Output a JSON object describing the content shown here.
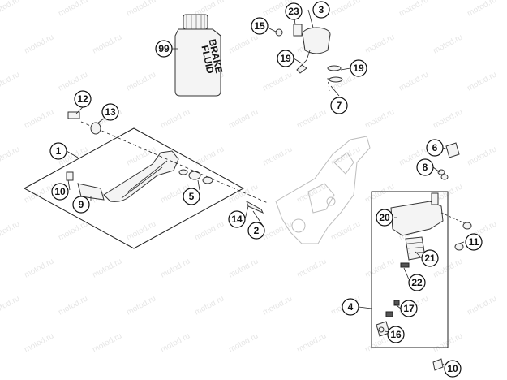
{
  "watermark": {
    "text": "motod.ru"
  },
  "bottle_label": {
    "line1": "BRAKE",
    "line2": "FLUID"
  },
  "callouts": [
    {
      "id": "c1",
      "label": "1"
    },
    {
      "id": "c2",
      "label": "2"
    },
    {
      "id": "c3",
      "label": "3"
    },
    {
      "id": "c4",
      "label": "4"
    },
    {
      "id": "c5",
      "label": "5"
    },
    {
      "id": "c6",
      "label": "6"
    },
    {
      "id": "c7",
      "label": "7"
    },
    {
      "id": "c8",
      "label": "8"
    },
    {
      "id": "c9",
      "label": "9"
    },
    {
      "id": "c10a",
      "label": "10"
    },
    {
      "id": "c10b",
      "label": "10"
    },
    {
      "id": "c11",
      "label": "11"
    },
    {
      "id": "c12",
      "label": "12"
    },
    {
      "id": "c13",
      "label": "13"
    },
    {
      "id": "c14",
      "label": "14"
    },
    {
      "id": "c15",
      "label": "15"
    },
    {
      "id": "c16",
      "label": "16"
    },
    {
      "id": "c17",
      "label": "17"
    },
    {
      "id": "c19a",
      "label": "19"
    },
    {
      "id": "c19b",
      "label": "19"
    },
    {
      "id": "c20",
      "label": "20"
    },
    {
      "id": "c21",
      "label": "21"
    },
    {
      "id": "c22",
      "label": "22"
    },
    {
      "id": "c23",
      "label": "23"
    },
    {
      "id": "c99",
      "label": "99"
    }
  ]
}
